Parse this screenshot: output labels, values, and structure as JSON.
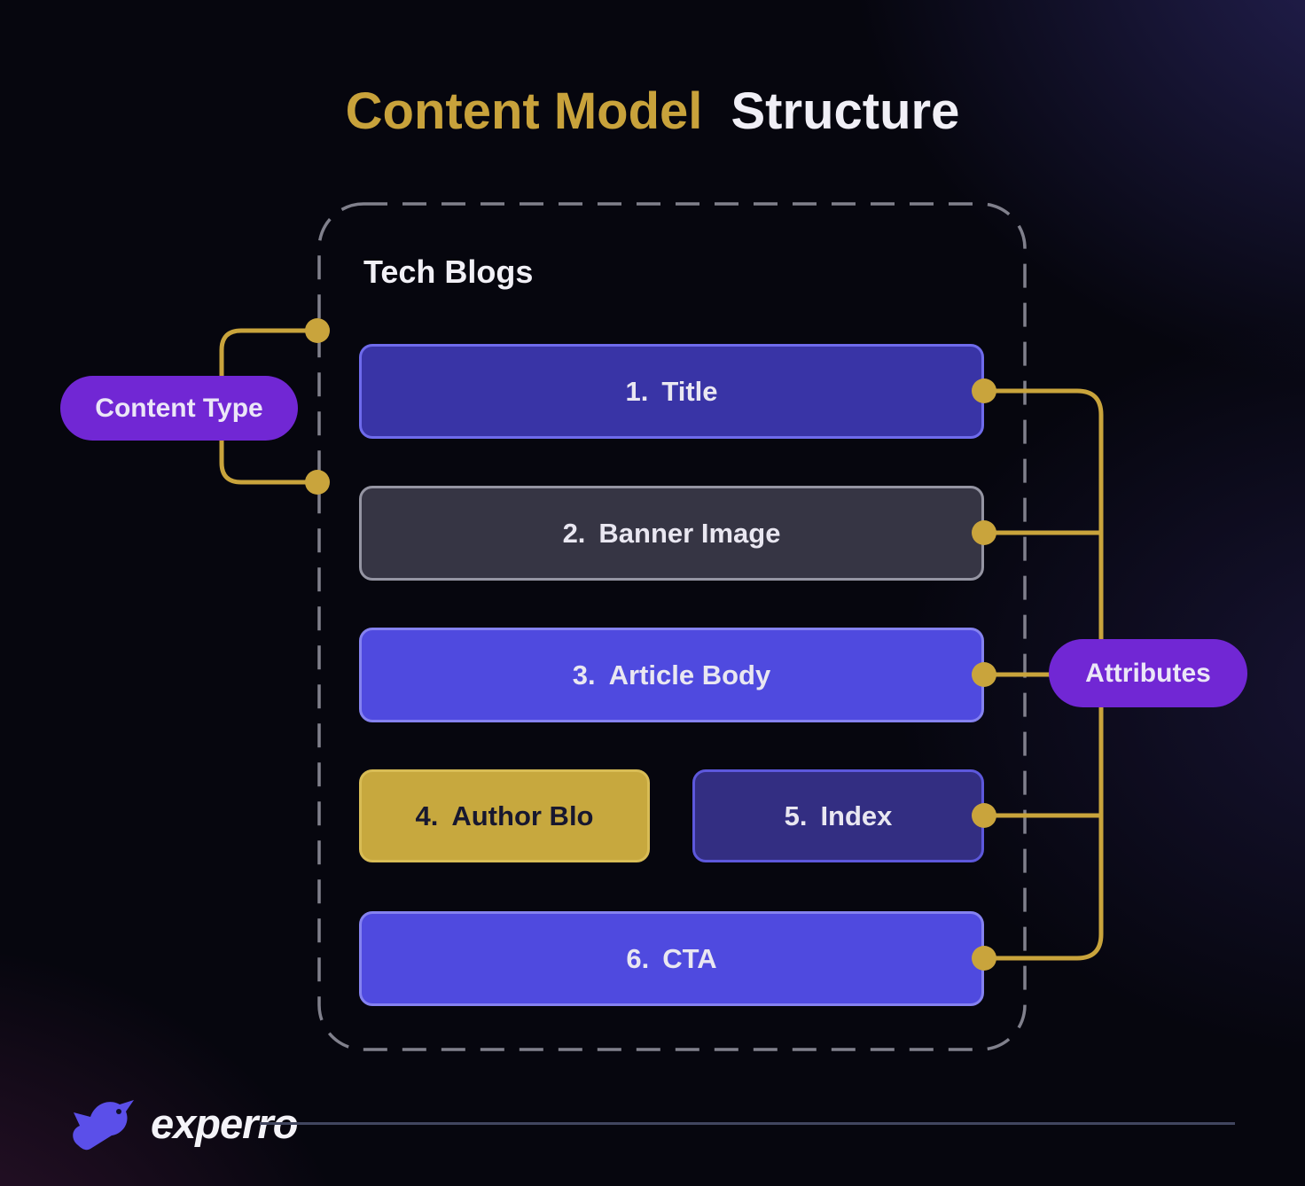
{
  "page": {
    "title_part1": "Content Model",
    "title_part2": "Structure"
  },
  "container": {
    "label": "Tech Blogs"
  },
  "boxes": [
    {
      "number": "1.",
      "label": "Title"
    },
    {
      "number": "2.",
      "label": "Banner Image"
    },
    {
      "number": "3.",
      "label": "Article Body"
    },
    {
      "number": "4.",
      "label": "Author Blo"
    },
    {
      "number": "5.",
      "label": "Index"
    },
    {
      "number": "6.",
      "label": "CTA"
    }
  ],
  "annotations": {
    "content_type_label": "Content Type",
    "attributes_label": "Attributes"
  },
  "footer": {
    "brand": "experro"
  },
  "colors": {
    "title_gold": "#C8A23B",
    "connector_gold": "#C9A43C",
    "pill_purple": "#7127D4",
    "box_indigo": "#3934A6",
    "box_slate": "#363544",
    "box_blue": "#4F4ADF",
    "box_gold": "#C7A83E",
    "box_navy": "#332E82",
    "background": "#06060E"
  }
}
